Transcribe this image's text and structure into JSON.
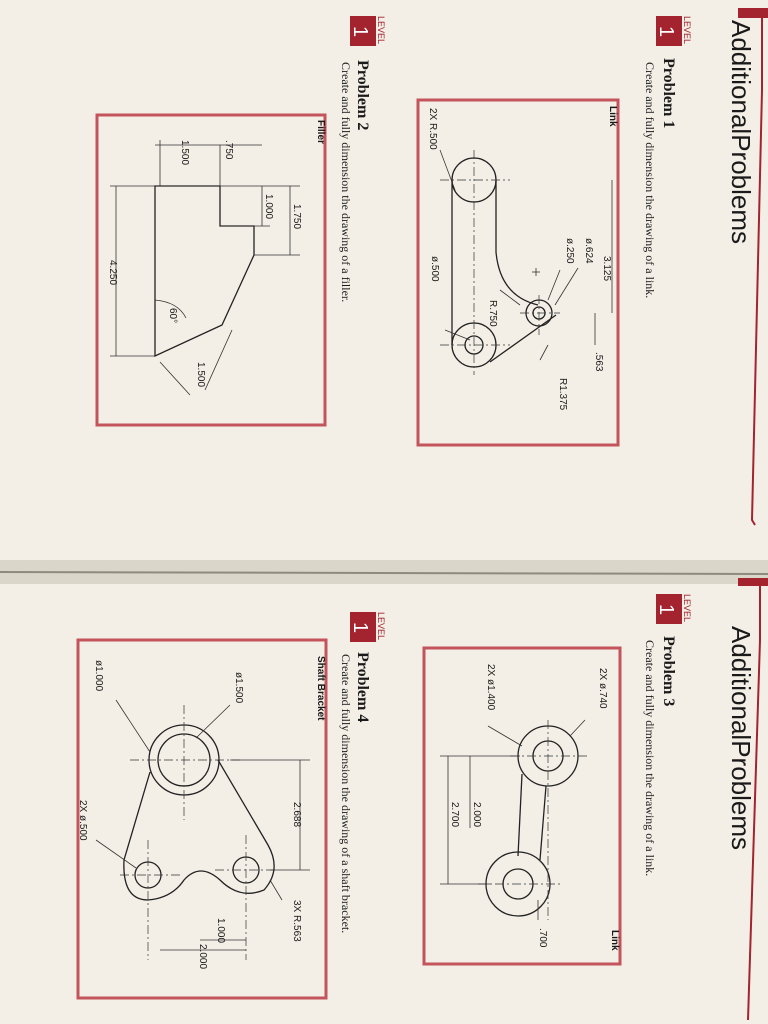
{
  "pages": [
    {
      "header": "AdditionalProblems",
      "problems": [
        {
          "level_label": "LEVEL",
          "level": "1",
          "title": "Problem 1",
          "instruction": "Create and fully dimension the drawing of a link.",
          "figure": {
            "name": "Link",
            "dims": [
              "3.125",
              "ø.624",
              "ø.250",
              ".563",
              "R1.375",
              "R.750",
              "ø.500",
              "2X R.500"
            ]
          }
        },
        {
          "level_label": "LEVEL",
          "level": "1",
          "title": "Problem 2",
          "instruction": "Create and fully dimension the drawing of a filler.",
          "figure": {
            "name": "Filler",
            "dims": [
              "1.750",
              "1.000",
              ".750",
              "1.500",
              "4.250",
              "60°",
              "1.500"
            ]
          }
        }
      ]
    },
    {
      "header": "AdditionalProblems",
      "problems": [
        {
          "level_label": "LEVEL",
          "level": "1",
          "title": "Problem 3",
          "instruction": "Create and fully dimension the drawing of a link.",
          "figure": {
            "name": "Link",
            "dims": [
              "2X ø.740",
              "2X ø1.400",
              "2.000",
              "2.700",
              ".700"
            ]
          }
        },
        {
          "level_label": "LEVEL",
          "level": "1",
          "title": "Problem 4",
          "instruction": "Create and fully dimension the drawing of a shaft bracket.",
          "figure": {
            "name": "Shaft Bracket",
            "dims": [
              "ø1.500",
              "ø1.000",
              "2X ø.500",
              "2.688",
              "3X R.563",
              "1.000",
              "2.000"
            ]
          }
        }
      ]
    }
  ],
  "colors": {
    "accent": "#a3232f",
    "frame": "#c4545c",
    "paper": "#f3efe6"
  }
}
